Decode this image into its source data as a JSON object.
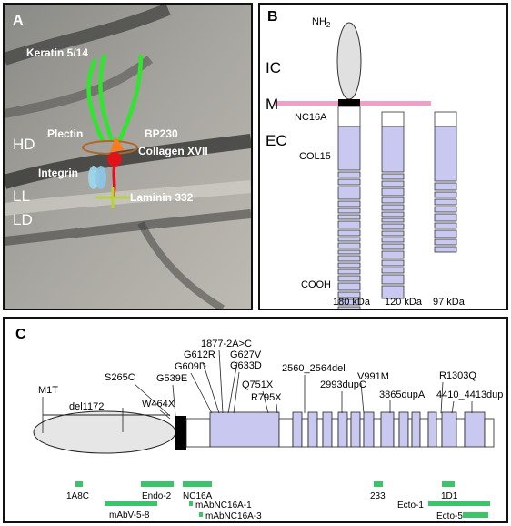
{
  "panelA": {
    "letter": "A",
    "labels": {
      "keratin": "Keratin 5/14",
      "plectin": "Plectin",
      "bp230": "BP230",
      "collagen": "Collagen XVII",
      "integrin": "Integrin",
      "laminin": "Laminin 332",
      "hd": "HD",
      "ll": "LL",
      "ld": "LD"
    }
  },
  "panelB": {
    "letter": "B",
    "nh2": "NH",
    "nh2_sub": "2",
    "ic": "IC",
    "m": "M",
    "ec": "EC",
    "nc16a": "NC16A",
    "col15": "COL15",
    "cooh": "COOH",
    "sizes": [
      "180 kDa",
      "120 kDa",
      "97 kDa"
    ]
  },
  "panelC": {
    "letter": "C",
    "mutations": [
      "M1T",
      "del1172",
      "S265C",
      "G539E",
      "W464X",
      "G609D",
      "G612R",
      "1877-2A>C",
      "G627V",
      "G633D",
      "Q751X",
      "R795X",
      "2560_2564del",
      "2993dupC",
      "V991M",
      "3865dupA",
      "R1303Q",
      "4410_4413dup"
    ],
    "antibodies": [
      "1A8C",
      "Endo-2",
      "mAbV-5-8",
      "NC16A",
      "mAbNC16A-1",
      "mAbNC16A-3",
      "233",
      "1D1",
      "Ecto-1",
      "Ecto-5"
    ]
  },
  "colors": {
    "lavender": "#c8c8f0",
    "green": "#3cc46a",
    "pink": "#f0a0c8",
    "keratin": "#2ee62e"
  }
}
